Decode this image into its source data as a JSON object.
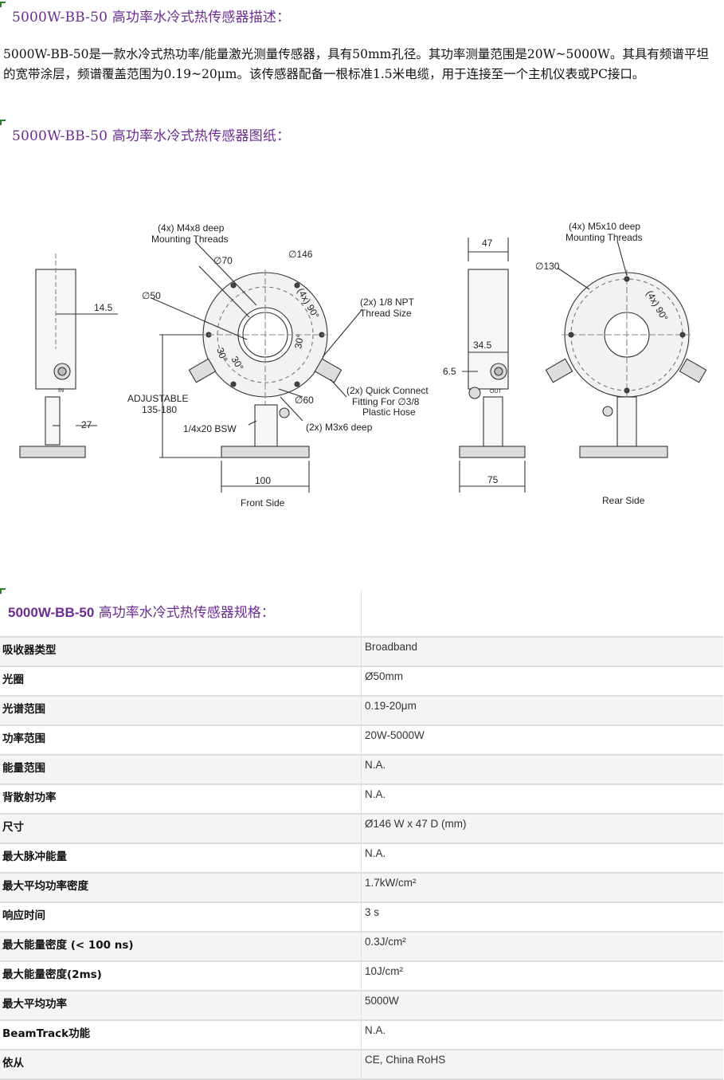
{
  "section1": {
    "title": "5000W-BB-50 高功率水冷式热传感器描述："
  },
  "description": "5000W-BB-50是一款水冷式热功率/能量激光测量传感器，具有50mm孔径。其功率测量范围是20W~5000W。其具有频谱平坦的宽带涂层，频谱覆盖范围为0.19~20μm。该传感器配备一根标准1.5米电缆，用于连接至一个主机仪表或PC接口。",
  "section2": {
    "title": "5000W-BB-50 高功率水冷式热传感器图纸："
  },
  "drawing": {
    "front_side": "Front Side",
    "rear_side": "Rear Side",
    "m4_threads_1": "(4x) M4x8 deep",
    "m4_threads_2": "Mounting Threads",
    "m5_threads_1": "(4x) M5x10 deep",
    "m5_threads_2": "Mounting Threads",
    "d146": "∅146",
    "d70": "∅70",
    "d50": "∅50",
    "d60": "∅60",
    "d130": "∅130",
    "deg90": "(4x) 90°",
    "deg90_rear": "(4x) 90°",
    "deg30a": "30°",
    "deg30b": "30°",
    "deg30c": "30°",
    "npt_1": "(2x) 1/8 NPT",
    "npt_2": "Thread Size",
    "qc_1": "(2x) Quick Connect",
    "qc_2": "Fitting For ∅3/8",
    "qc_3": "Plastic Hose",
    "m3": "(2x) M3x6 deep",
    "bsw": "1/4x20 BSW",
    "adjustable_1": "ADJUSTABLE",
    "adjustable_2": "135-180",
    "dim_14_5": "14.5",
    "dim_27": "27",
    "dim_100": "100",
    "dim_47": "47",
    "dim_34_5": "34.5",
    "dim_6_5": "6.5",
    "dim_75": "75",
    "in_label": "IN",
    "out_label": "OUT"
  },
  "specs": {
    "title_model": "5000W-BB-50",
    "title_rest": " 高功率水冷式热传感器规格：",
    "rows": [
      {
        "label": "吸收器类型",
        "value": "Broadband"
      },
      {
        "label": "光圈",
        "value": "Ø50mm"
      },
      {
        "label": "光谱范围",
        "value": "0.19-20μm"
      },
      {
        "label": "功率范围",
        "value": "20W-5000W"
      },
      {
        "label": "能量范围",
        "value": "N.A."
      },
      {
        "label": "背散射功率",
        "value": "N.A."
      },
      {
        "label": "尺寸",
        "value": "Ø146 W x 47 D (mm)"
      },
      {
        "label": "最大脉冲能量",
        "value": "N.A."
      },
      {
        "label": "最大平均功率密度",
        "value": "1.7kW/cm²"
      },
      {
        "label": "响应时间",
        "value": "3 s"
      },
      {
        "label": "最大能量密度 (< 100 ns)",
        "value": "0.3J/cm²"
      },
      {
        "label": "最大能量密度(2ms)",
        "value": "10J/cm²"
      },
      {
        "label": "最大平均功率",
        "value": "5000W"
      },
      {
        "label": "BeamTrack功能",
        "value": "N.A."
      },
      {
        "label": "依从",
        "value": "CE, China RoHS"
      }
    ]
  },
  "colors": {
    "heading": "#6a2c91",
    "marker": "#2e7d32",
    "row_alt": "#f4f4f4",
    "grid": "#dddddd"
  }
}
